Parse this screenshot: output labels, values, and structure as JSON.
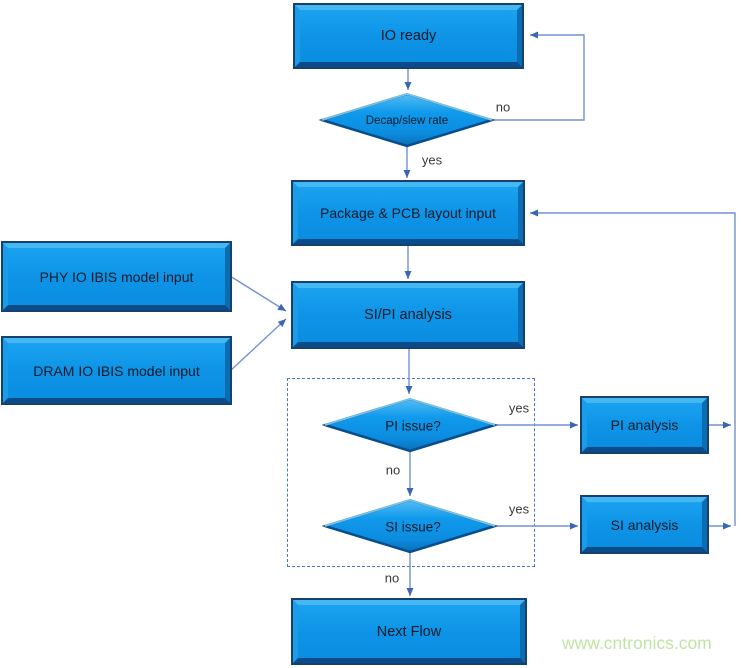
{
  "diagram": {
    "nodes": {
      "io_ready": "IO ready",
      "decap": "Decap/slew rate",
      "package": "Package & PCB layout input",
      "phy": "PHY IO IBIS model input",
      "dram": "DRAM IO IBIS model input",
      "sipi": "SI/PI analysis",
      "pi_issue": "PI issue?",
      "si_issue": "SI issue?",
      "pi_analysis": "PI analysis",
      "si_analysis": "SI analysis",
      "next_flow": "Next Flow"
    },
    "edge_labels": {
      "decap_no": "no",
      "decap_yes": "yes",
      "pi_yes": "yes",
      "pi_no": "no",
      "si_yes": "yes",
      "si_no": "no"
    },
    "colors": {
      "node_fill": "#0d95e8",
      "node_frame": "#15406f",
      "connector": "#7292d1",
      "arrowhead": "#3a66b2",
      "dashed_border": "#4a78c5",
      "edge_label_text": "#3a3a3a",
      "node_text": "#0c1b2a",
      "watermark": "#c3e2a4"
    },
    "watermark": "www.cntronics.com"
  }
}
